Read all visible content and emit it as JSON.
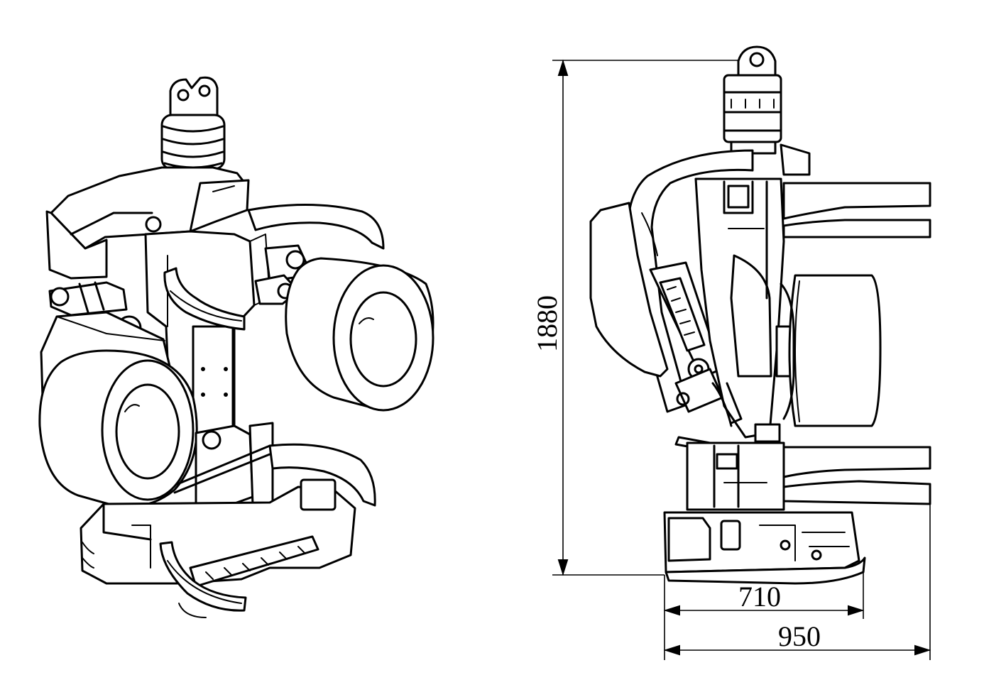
{
  "dimensions": {
    "height": "1880",
    "inner_width": "710",
    "outer_width": "950"
  },
  "colors": {
    "ink": "#000000",
    "paper": "#ffffff"
  },
  "views": [
    {
      "id": "perspective-view",
      "icon": "harvester-head-perspective-icon"
    },
    {
      "id": "side-view",
      "icon": "harvester-head-side-icon"
    }
  ]
}
